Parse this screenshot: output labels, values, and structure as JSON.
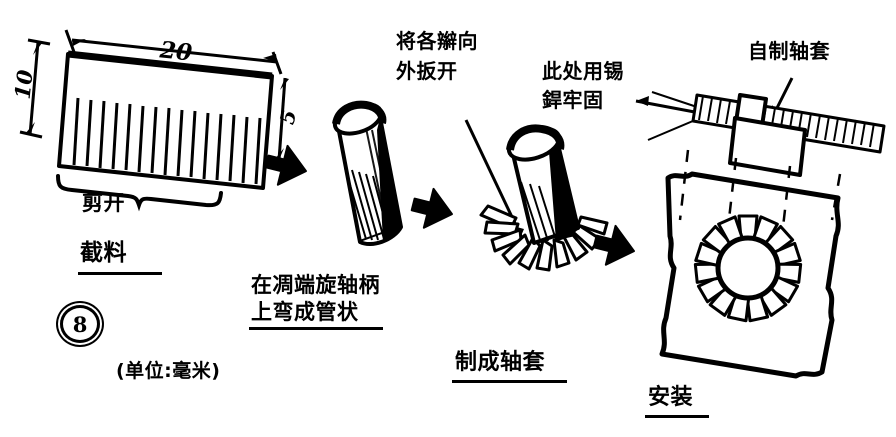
{
  "figure": {
    "number": "8",
    "units_note": "(单位:毫米)",
    "title_icon": "circled-figure-number"
  },
  "dimensions": {
    "width": "20",
    "height": "10",
    "depth": "5"
  },
  "steps": [
    {
      "id": "step-1",
      "caption_main": "截料",
      "caption_part": "剪开",
      "drawing": "slotted-metal-strip"
    },
    {
      "id": "step-2",
      "caption_line1": "在凋端旋轴柄",
      "caption_line2": "上弯成管状",
      "drawing": "rolled-tube"
    },
    {
      "id": "step-3",
      "caption_main": "制成轴套",
      "annotation_line1": "将各辮向",
      "annotation_line2": "外扳开",
      "drawing": "flared-tube"
    },
    {
      "id": "step-4",
      "caption_main": "安装",
      "annotation_a_line1": "此处用锡",
      "annotation_a_line2": "銲牢固",
      "annotation_b": "自制轴套",
      "drawing": "installed-bushing-panel"
    }
  ],
  "arrows": {
    "glyph": "process-arrow-right",
    "count": 3
  },
  "colors": {
    "ink": "#000000",
    "paper": "#ffffff"
  }
}
